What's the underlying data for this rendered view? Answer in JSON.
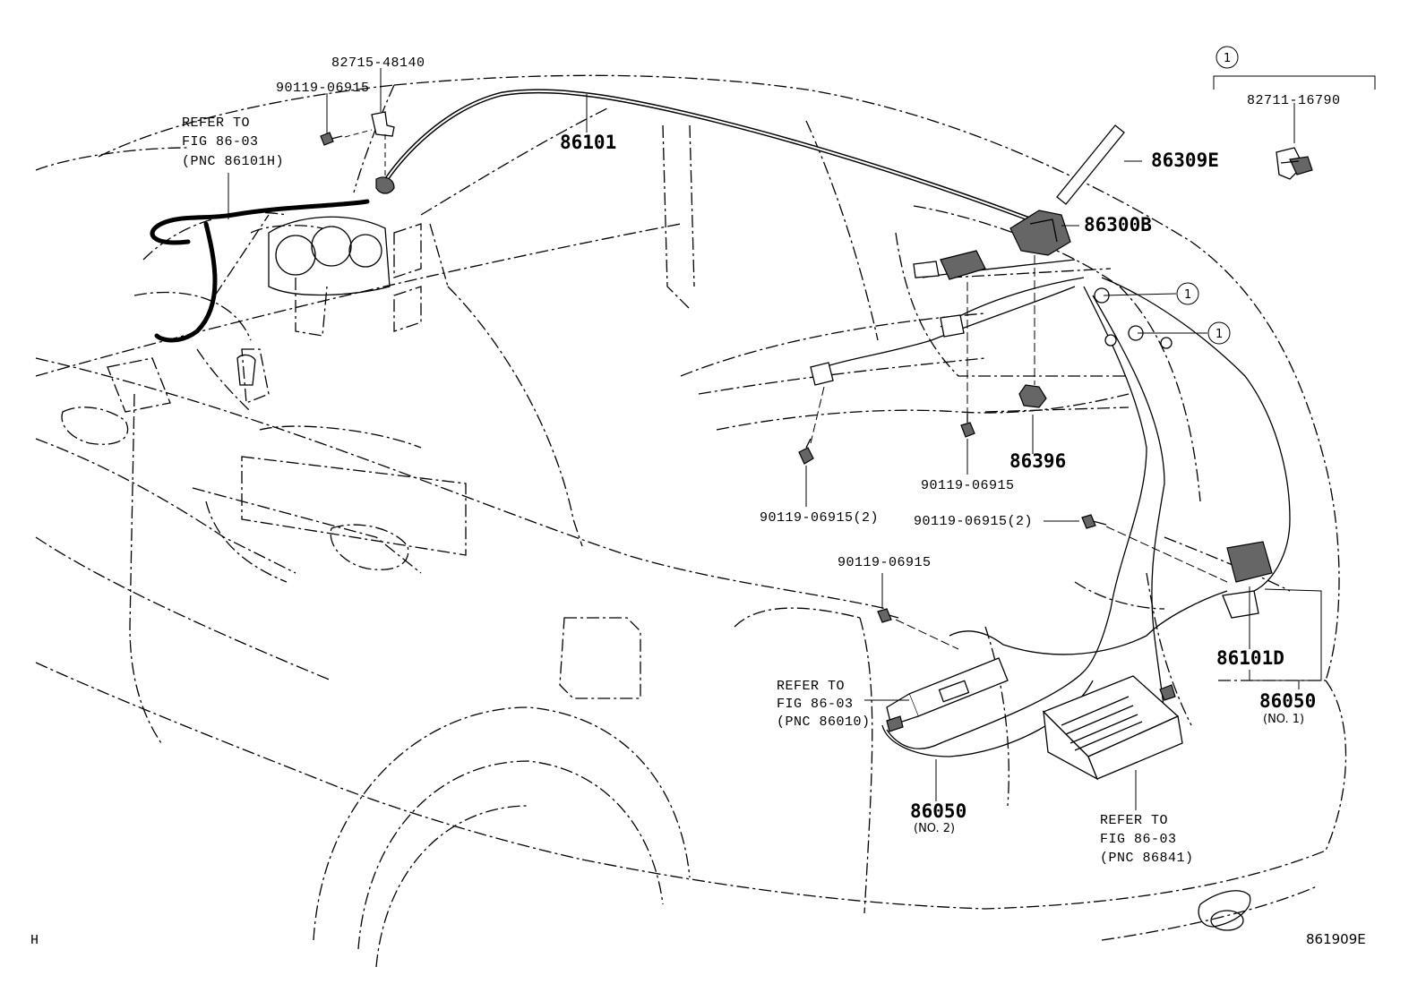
{
  "labels": {
    "p_82715": "82715-48140",
    "p_90119_top": "90119-06915",
    "refer_a_1": "REFER TO",
    "refer_a_2": "FIG 86-03",
    "refer_a_3": "(PNC 86101H)",
    "p_86101": "86101",
    "inset_callout": "1",
    "p_82711": "82711-16790",
    "p_86309e": "86309E",
    "p_86300b": "86300B",
    "callout_1a": "1",
    "callout_1b": "1",
    "p_86396": "86396",
    "p_90119_mid": "90119-06915",
    "p_90119_left2": "90119-06915(2)",
    "p_90119_right2": "90119-06915(2)",
    "p_90119_low": "90119-06915",
    "p_86101d": "86101D",
    "p_86050_no1": "86050",
    "p_86050_no1_sub": "(NO. 1)",
    "refer_b_1": "REFER TO",
    "refer_b_2": "FIG 86-03",
    "refer_b_3": "(PNC 86010)",
    "p_86050_no2": "86050",
    "p_86050_no2_sub": "(NO. 2)",
    "refer_c_1": "REFER TO",
    "refer_c_2": "FIG 86-03",
    "refer_c_3": "(PNC 86841)",
    "corner_mark": "H",
    "figure_code": "861909E"
  }
}
